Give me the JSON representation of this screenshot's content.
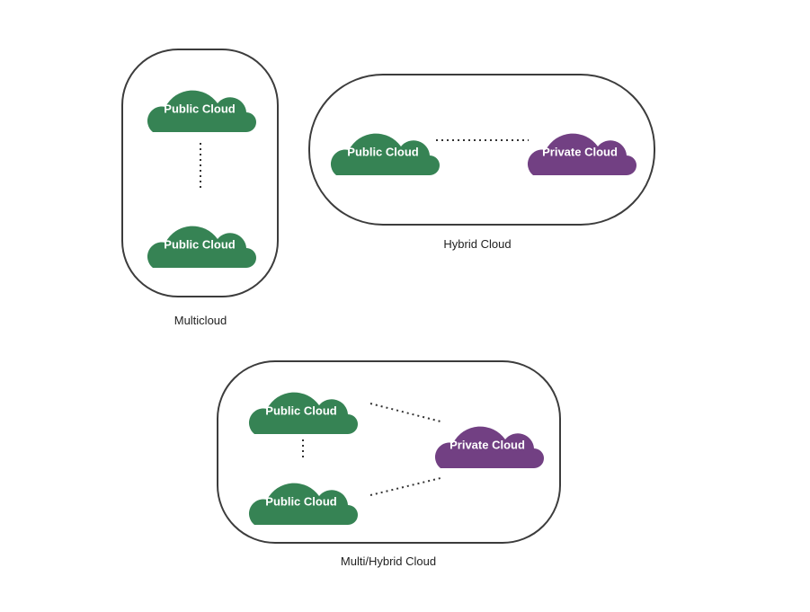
{
  "colors": {
    "public_cloud": "#368354",
    "private_cloud": "#724083",
    "cloud_text": "#ffffff",
    "frame": "#3c3c3c",
    "caption": "#222222"
  },
  "icons": {
    "cloud": "cloud-icon"
  },
  "diagrams": {
    "multicloud": {
      "caption": "Multicloud",
      "clouds": [
        {
          "label": "Public Cloud",
          "kind": "public"
        },
        {
          "label": "Public Cloud",
          "kind": "public"
        }
      ]
    },
    "hybrid": {
      "caption": "Hybrid Cloud",
      "clouds": [
        {
          "label": "Public Cloud",
          "kind": "public"
        },
        {
          "label": "Private Cloud",
          "kind": "private"
        }
      ]
    },
    "multi_hybrid": {
      "caption": "Multi/Hybrid Cloud",
      "clouds": [
        {
          "label": "Public Cloud",
          "kind": "public"
        },
        {
          "label": "Public Cloud",
          "kind": "public"
        },
        {
          "label": "Private Cloud",
          "kind": "private"
        }
      ]
    }
  }
}
